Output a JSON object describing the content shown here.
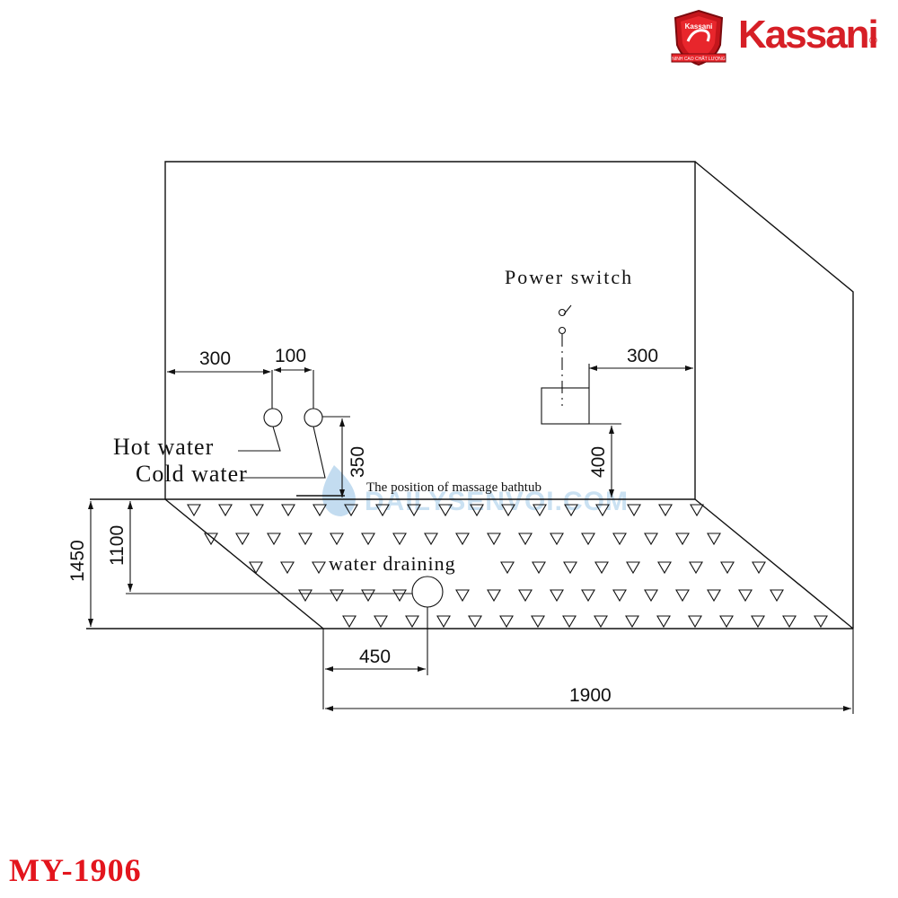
{
  "brand": {
    "name": "Kassani",
    "registered_mark": "®",
    "shield_text": "Kassani",
    "shield_ribbon": "NINH CAO CHẤT LƯỢNG",
    "color": "#d61f26"
  },
  "model": {
    "code": "MY-1906",
    "color": "#e3151d"
  },
  "watermark": {
    "text": "DAILYSENVOI.COM"
  },
  "labels": {
    "power_switch": "Power switch",
    "hot_water": "Hot water",
    "cold_water": "Cold water",
    "bathtub_position": "The position of massage bathtub",
    "water_draining": "water draining"
  },
  "dimensions": {
    "hot_from_wall": "300",
    "hot_cold_spacing": "100",
    "pipe_height": "350",
    "switch_from_wall": "300",
    "switch_height": "400",
    "total_depth": "1450",
    "drain_depth": "1100",
    "drain_offset": "450",
    "total_length": "1900"
  }
}
